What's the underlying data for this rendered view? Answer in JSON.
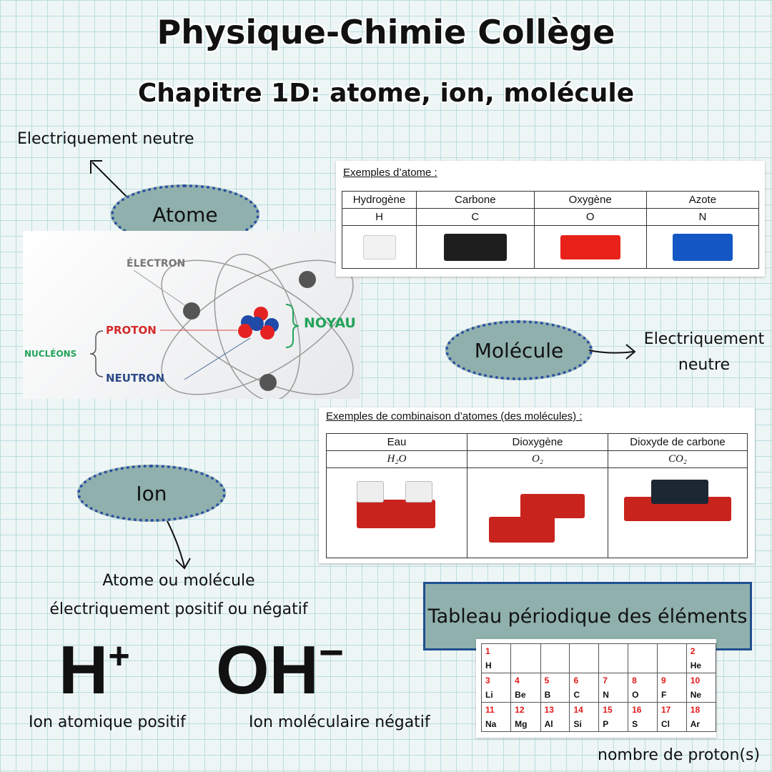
{
  "header": {
    "title": "Physique-Chimie Collège",
    "subtitle": "Chapitre 1D: atome, ion, molécule"
  },
  "atome": {
    "label": "Atome",
    "note": "Electriquement neutre",
    "diagram": {
      "electron": "ÉLECTRON",
      "proton": "PROTON",
      "neutron": "NEUTRON",
      "noyau": "NOYAU",
      "nucleons": "NUCLÉONS"
    },
    "examples": {
      "caption": "Exemples d’atome :",
      "headers": [
        "Hydrogène",
        "Carbone",
        "Oxygène",
        "Azote"
      ],
      "symbols": [
        "H",
        "C",
        "O",
        "N"
      ],
      "brick_colors": [
        "#f2f2f2",
        "#1e1e1e",
        "#e8221a",
        "#1457c4"
      ]
    }
  },
  "molecule": {
    "label": "Molécule",
    "note_line1": "Electriquement",
    "note_line2": "neutre",
    "examples": {
      "caption": "Exemples de combinaison d’atomes (des molécules) :",
      "headers": [
        "Eau",
        "Dioxygène",
        "Dioxyde de carbone"
      ],
      "formulas": [
        "H₂O",
        "O₂",
        "CO₂"
      ]
    }
  },
  "ion": {
    "label": "Ion",
    "note_line1": "Atome ou molécule",
    "note_line2": "électriquement positif ou négatif",
    "example1": {
      "symbol": "H",
      "charge": "+",
      "caption": "Ion atomique positif"
    },
    "example2": {
      "symbol": "OH",
      "charge": "−",
      "caption": "Ion moléculaire négatif"
    }
  },
  "periodic": {
    "title": "Tableau périodique des éléments",
    "footer": "nombre de proton(s)",
    "rows": [
      [
        {
          "n": "1",
          "s": "H"
        },
        {
          "n": "",
          "s": ""
        },
        {
          "n": "",
          "s": ""
        },
        {
          "n": "",
          "s": ""
        },
        {
          "n": "",
          "s": ""
        },
        {
          "n": "",
          "s": ""
        },
        {
          "n": "",
          "s": ""
        },
        {
          "n": "2",
          "s": "He"
        }
      ],
      [
        {
          "n": "3",
          "s": "Li"
        },
        {
          "n": "4",
          "s": "Be"
        },
        {
          "n": "5",
          "s": "B"
        },
        {
          "n": "6",
          "s": "C"
        },
        {
          "n": "7",
          "s": "N"
        },
        {
          "n": "8",
          "s": "O"
        },
        {
          "n": "9",
          "s": "F"
        },
        {
          "n": "10",
          "s": "Ne"
        }
      ],
      [
        {
          "n": "11",
          "s": "Na"
        },
        {
          "n": "12",
          "s": "Mg"
        },
        {
          "n": "13",
          "s": "Al"
        },
        {
          "n": "14",
          "s": "Si"
        },
        {
          "n": "15",
          "s": "P"
        },
        {
          "n": "16",
          "s": "S"
        },
        {
          "n": "17",
          "s": "Cl"
        },
        {
          "n": "18",
          "s": "Ar"
        }
      ]
    ]
  }
}
